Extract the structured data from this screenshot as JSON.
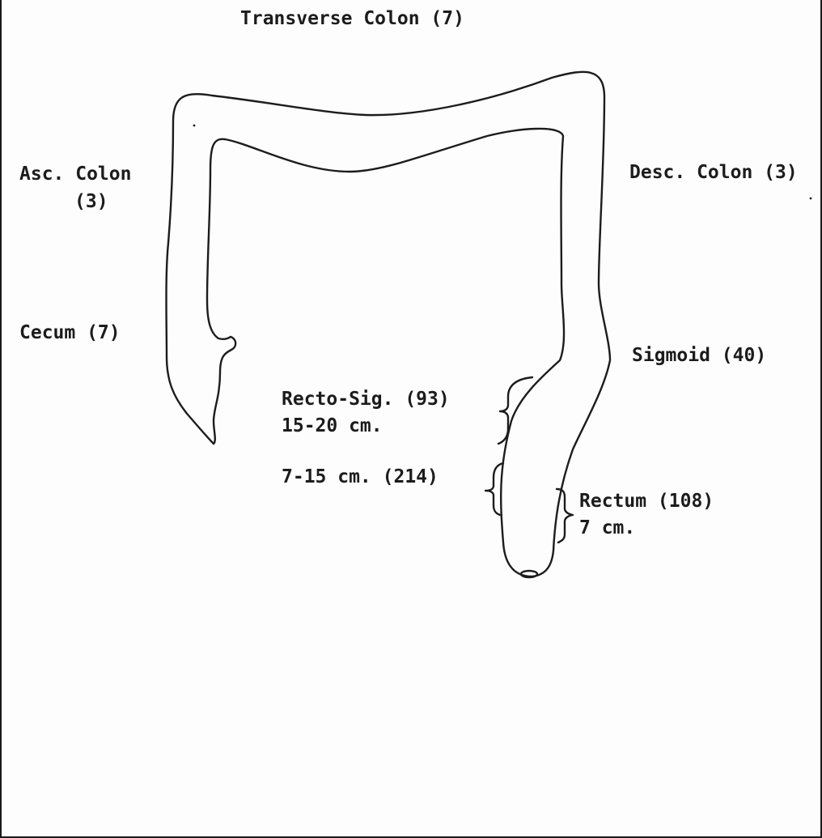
{
  "labels": {
    "transverse_colon": "Transverse Colon (7)",
    "asc_colon_line1": "Asc. Colon",
    "asc_colon_line2": "(3)",
    "desc_colon": "Desc. Colon (3)",
    "cecum": "Cecum (7)",
    "sigmoid": "Sigmoid (40)",
    "recto_sig_line1": "Recto-Sig. (93)",
    "recto_sig_line2": "15-20 cm.",
    "mid_rectum": "7-15 cm. (214)",
    "rectum_line1": "Rectum (108)",
    "rectum_line2": "7 cm."
  }
}
